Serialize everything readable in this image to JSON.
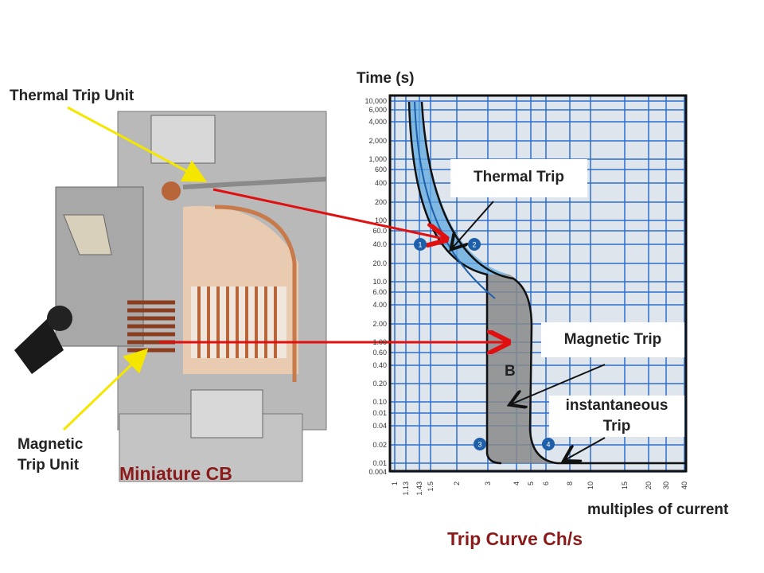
{
  "labels": {
    "thermal_unit": "Thermal Trip Unit",
    "magnetic_unit_line1": "Magnetic",
    "magnetic_unit_line2": "Trip Unit",
    "mcb_caption": "Miniature CB",
    "y_title": "Time (s)",
    "x_title": "multiples of current",
    "curve_caption": "Trip Curve Ch/s",
    "thermal_trip": "Thermal Trip",
    "magnetic_trip": "Magnetic Trip",
    "instant_line1": "instantaneous",
    "instant_line2": "Trip",
    "band": "B"
  },
  "y_ticks": [
    "10,000",
    "6,000",
    "4,000",
    "2,000",
    "1,000",
    "600",
    "400",
    "200",
    "100",
    "60.0",
    "40.0",
    "20.0",
    "10.0",
    "6.00",
    "4.00",
    "2.00",
    "1.00",
    "0.60",
    "0.40",
    "0.20",
    "0.10",
    "0.01",
    "0.04",
    "0.02",
    "0.01",
    "0.004"
  ],
  "x_ticks": [
    "1",
    "1.13",
    "1.43",
    "1.5",
    "2",
    "3",
    "4",
    "5",
    "6",
    "8",
    "10",
    "15",
    "20",
    "30",
    "40"
  ],
  "markers": [
    "1",
    "2",
    "3",
    "4"
  ],
  "colors": {
    "caption": "#8b1a1a",
    "grid": "#2f6fcf",
    "thermal_band": "#5fa8e0",
    "magnetic_band": "#888888",
    "arrow_red": "#e01010",
    "arrow_yellow": "#f5e600"
  }
}
